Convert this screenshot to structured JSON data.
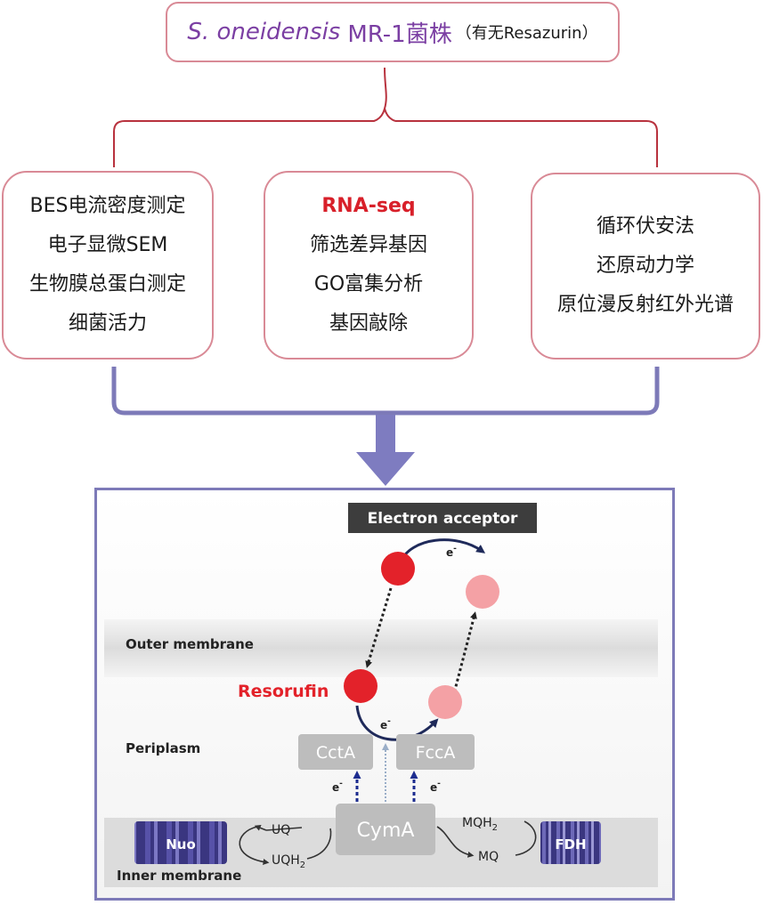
{
  "title": {
    "species": "S. oneidensis",
    "strain": "MR-1菌株",
    "note": "（有无Resazurin）"
  },
  "boxes": {
    "left": [
      "BES电流密度测定",
      "电子显微SEM",
      "生物膜总蛋白测定",
      "细菌活力"
    ],
    "middle": [
      "RNA-seq",
      "筛选差异基因",
      "GO富集分析",
      "基因敲除"
    ],
    "right": [
      "循环伏安法",
      "还原动力学",
      "原位漫反射红外光谱"
    ]
  },
  "diagram": {
    "electron_acceptor": "Electron acceptor",
    "outer_membrane": "Outer membrane",
    "periplasm": "Periplasm",
    "inner_membrane": "Inner membrane",
    "resorufin": "Resorufin",
    "electron": "e",
    "electron_sup": "-",
    "cctA": "CctA",
    "fccA": "FccA",
    "cymA": "CymA",
    "nuo": "Nuo",
    "fdh": "FDH",
    "uq": "UQ",
    "uqh": "UQH",
    "mq": "MQ",
    "mqh": "MQH",
    "sub2": "2"
  },
  "colors": {
    "box_border": "#d98a96",
    "bracket_red": "#b8323e",
    "bracket_blue": "#7d7ab8",
    "title_purple": "#7b3fa3",
    "red_highlight": "#d8202a",
    "arrow_blue": "#7e7cc0"
  }
}
